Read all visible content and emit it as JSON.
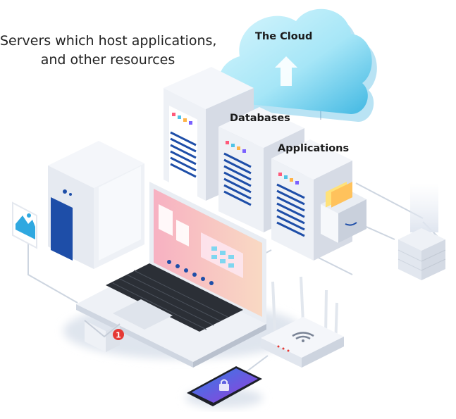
{
  "labels": {
    "caption_line1": "Servers which host applications,",
    "caption_line2": "and other resources",
    "cloud": "The Cloud",
    "databases": "Databases",
    "applications": "Applications"
  },
  "notification_count": "1",
  "colors": {
    "cloud_light": "#c8f1fb",
    "cloud_dark": "#4fc3e6",
    "server_body": "#eef1f6",
    "server_side": "#d7dce6",
    "accent_blue": "#1e4ea8",
    "connector": "#c5ced9",
    "badge_red": "#e53935"
  },
  "icons": [
    "cloud-icon",
    "upload-arrow-icon",
    "picture-icon",
    "envelope-icon",
    "wifi-icon",
    "lock-icon",
    "file-drawer-icon"
  ]
}
